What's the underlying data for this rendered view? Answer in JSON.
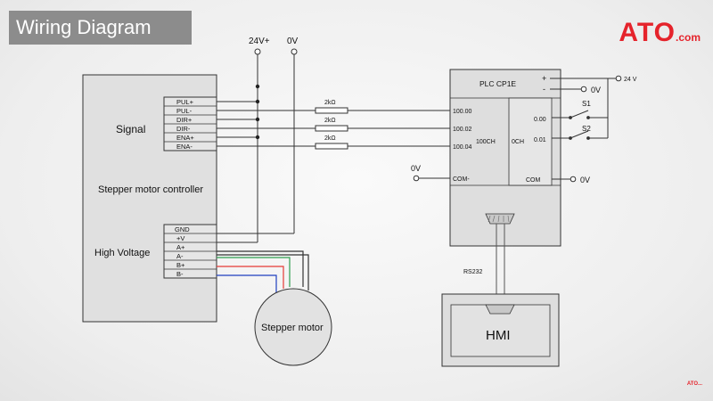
{
  "header": {
    "title": "Wiring Diagram"
  },
  "logo": {
    "main": "ATO",
    "suffix": ".com"
  },
  "watermark": "ATO...",
  "rails": {
    "pos": "24V+",
    "zero": "0V"
  },
  "controller": {
    "signal_label": "Signal",
    "name": "Stepper motor controller",
    "hv_label": "High Voltage",
    "signal_pins": [
      "PUL+",
      "PUL-",
      "DIR+",
      "DIR-",
      "ENA+",
      "ENA-"
    ],
    "power_pins": [
      "GND",
      "+V",
      "A+",
      "A-",
      "B+",
      "B-"
    ]
  },
  "resistors": [
    "2kΩ",
    "2kΩ",
    "2kΩ"
  ],
  "plc": {
    "name": "PLC CP1E",
    "plus": "+",
    "minus": "-",
    "supply": "24 V",
    "supply_zero": "0V",
    "inputs": [
      "100.00",
      "100.02",
      "100.04"
    ],
    "in_channel": "100CH",
    "com_in": "COM-",
    "com_in_zero": "0V",
    "out_channel": "0CH",
    "outputs": [
      "0.00",
      "0.01"
    ],
    "com_out": "COM",
    "com_out_zero": "0V",
    "switches": [
      "S1",
      "S2"
    ]
  },
  "rs232": "RS232",
  "hmi": "HMI",
  "motor": "Stepper motor",
  "wire_colors": {
    "A+": "#e53935",
    "A-": "#2e9e4f",
    "B+": "#e53935",
    "B-": "#1e3fbf"
  }
}
